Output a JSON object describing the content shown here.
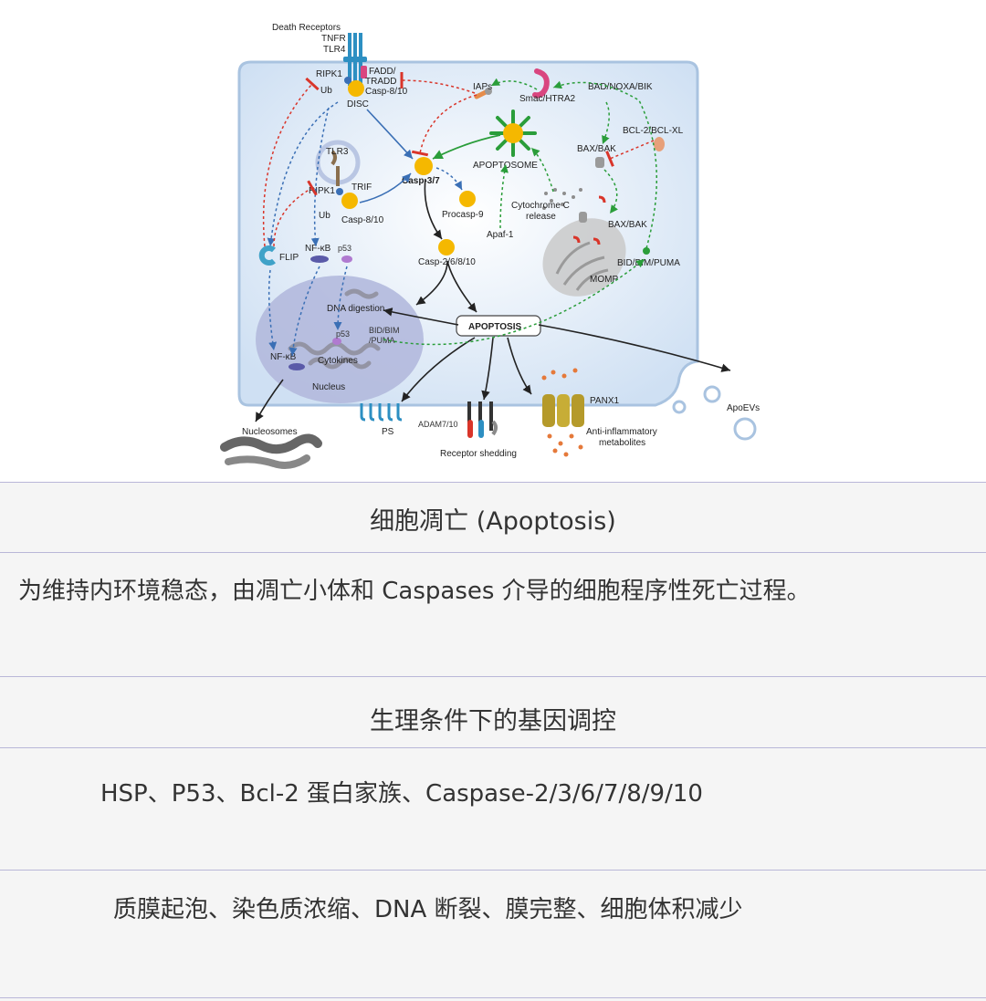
{
  "figure": {
    "receptor_top": "Death Receptors",
    "receptor_tnfr": "TNFR",
    "receptor_tlr4": "TLR4",
    "ripk1_top": "RIPK1",
    "ub_top": "Ub",
    "fadd": "FADD/",
    "tradd": "TRADD",
    "casp810_top": "Casp-8/10",
    "disc": "DISC",
    "iaps": "IAPs",
    "smac": "Smac/HTRA2",
    "bad": "BAD/NOXA/BIK",
    "bcl2": "BCL-2/BCL-XL",
    "baxbak_top": "BAX/BAK",
    "apoptosome": "APOPTOSOME",
    "tlr3": "TLR3",
    "ripk1_mid": "RIPK1",
    "trif": "TRIF",
    "ub_mid": "Ub",
    "casp810_mid": "Casp-8/10",
    "casp37": "Casp-3/7",
    "procasp9": "Procasp-9",
    "apaf": "Apaf-1",
    "cytc1": "Cytochrome C",
    "cytc2": "release",
    "baxbak_mid": "BAX/BAK",
    "flip": "FLIP",
    "nfkb_top": "NF-κB",
    "p53_top": "p53",
    "casp2": "Casp-2/6/8/10",
    "bid": "BID/BIM/PUMA",
    "momp": "MOMP",
    "dna": "DNA digestion",
    "apoptosis": "APOPTOSIS",
    "p53_nuc": "p53",
    "bid_nuc1": "BID/BIM",
    "bid_nuc2": "/PUMA",
    "nfkb_nuc": "NF-κB",
    "cytokines": "Cytokines",
    "nucleus": "Nucleus",
    "nucleosomes": "Nucleosomes",
    "ps": "PS",
    "adam": "ADAM7/10",
    "shedding": "Receptor shedding",
    "panx": "PANX1",
    "anti1": "Anti-inflammatory",
    "anti2": "metabolites",
    "apoevs": "ApoEVs"
  },
  "rows": {
    "title": "细胞凋亡 (Apoptosis)",
    "definition": "为维持内环境稳态，由凋亡小体和 Caspases 介导的细胞程序性死亡过程。",
    "section": "生理条件下的基因调控",
    "genes": "HSP、P53、Bcl-2 蛋白家族、Caspase-2/3/6/7/8/9/10",
    "features": "质膜起泡、染色质浓缩、DNA 断裂、膜完整、细胞体积减少"
  },
  "colors": {
    "cell_fill": "#dde9f6",
    "cell_border": "#a9c3e0",
    "nucleus": "#b3b9dd",
    "receptor": "#2d8fc2",
    "caspase": "#f5b800",
    "activate": "#2a9d3a",
    "inhibit": "#d9352a",
    "flow": "#3a6fb5",
    "rule": "#b9b7d8"
  }
}
